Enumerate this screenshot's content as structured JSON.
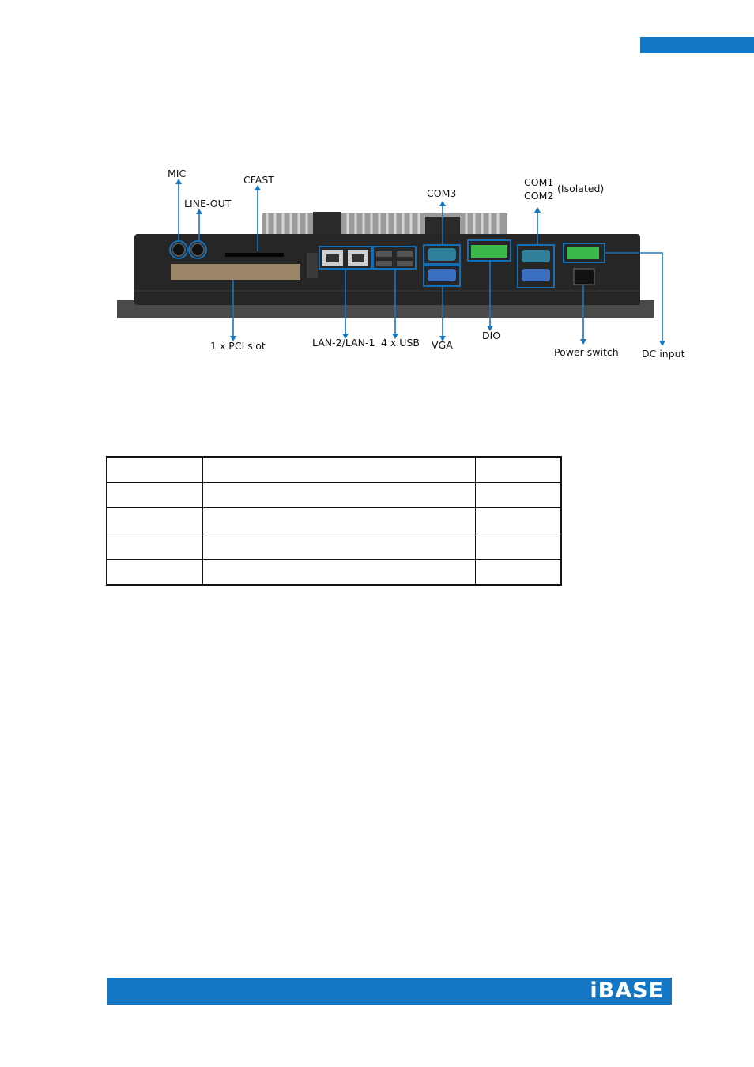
{
  "header": {
    "accent_color": "#1377c6"
  },
  "figure": {
    "labels": {
      "mic": "MIC",
      "line_out": "LINE-OUT",
      "cfast": "CFAST",
      "com3": "COM3",
      "com1": "COM1",
      "com2": "COM2",
      "isolated": "(Isolated)",
      "pci": "1 x PCI slot",
      "lan": "LAN-2/LAN-1",
      "usb": "4 x USB",
      "vga": "VGA",
      "dio": "DIO",
      "power_switch": "Power switch",
      "dc_input": "DC input"
    },
    "callout_color": "#1377c6"
  },
  "table": {
    "rows": [
      [
        "",
        "",
        ""
      ],
      [
        "",
        "",
        ""
      ],
      [
        "",
        "",
        ""
      ],
      [
        "",
        "",
        ""
      ],
      [
        "",
        "",
        ""
      ]
    ]
  },
  "footer": {
    "logo": "iBASE",
    "bar_color": "#1377c6"
  }
}
